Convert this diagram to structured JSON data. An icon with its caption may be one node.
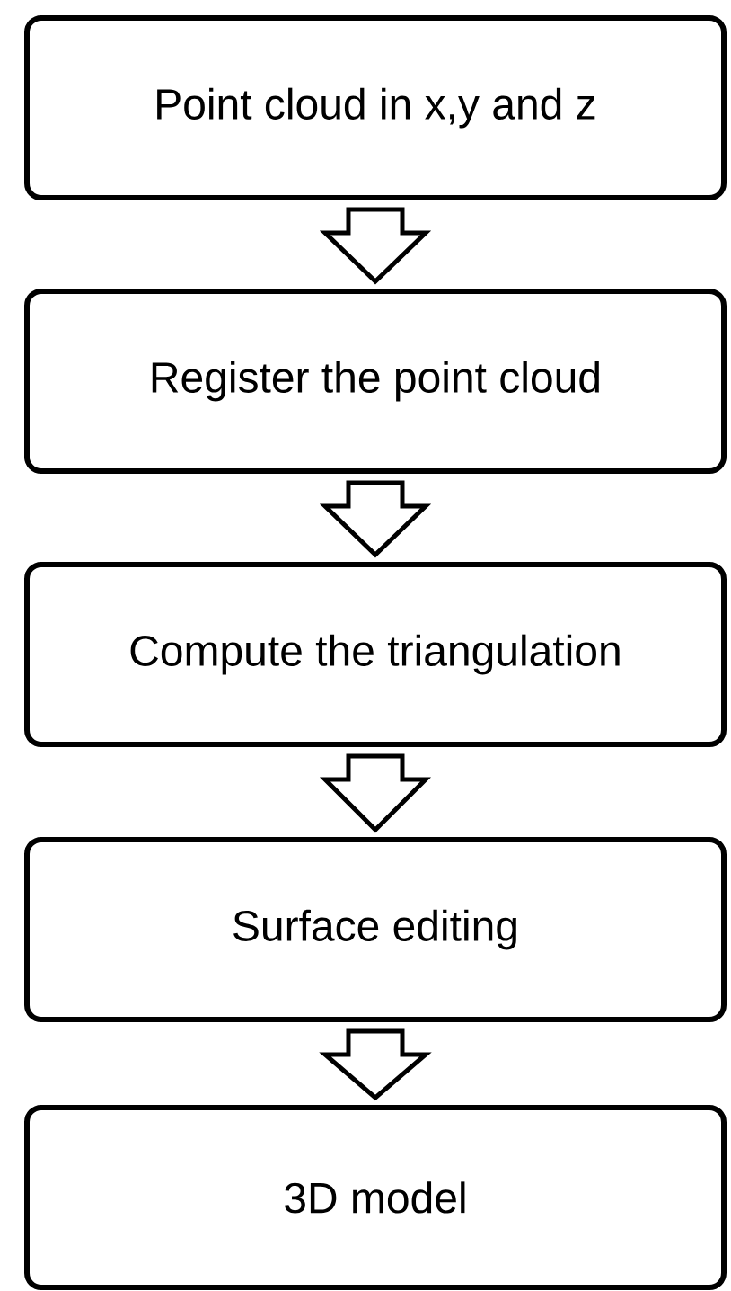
{
  "diagram": {
    "nodes": [
      {
        "text": [
          "Point cloud in x,y and z"
        ]
      },
      {
        "text": [
          "Register the point cloud"
        ]
      },
      {
        "text": [
          "Compute the triangulation"
        ]
      },
      {
        "text": [
          "Surface editing"
        ]
      },
      {
        "text": [
          "3D model"
        ]
      }
    ],
    "edges": [
      {
        "from": 0,
        "to": 1,
        "arrow": "to"
      },
      {
        "from": 1,
        "to": 2,
        "arrow": "to"
      },
      {
        "from": 2,
        "to": 3,
        "arrow": "to"
      },
      {
        "from": 3,
        "to": 4,
        "arrow": "to"
      }
    ]
  }
}
